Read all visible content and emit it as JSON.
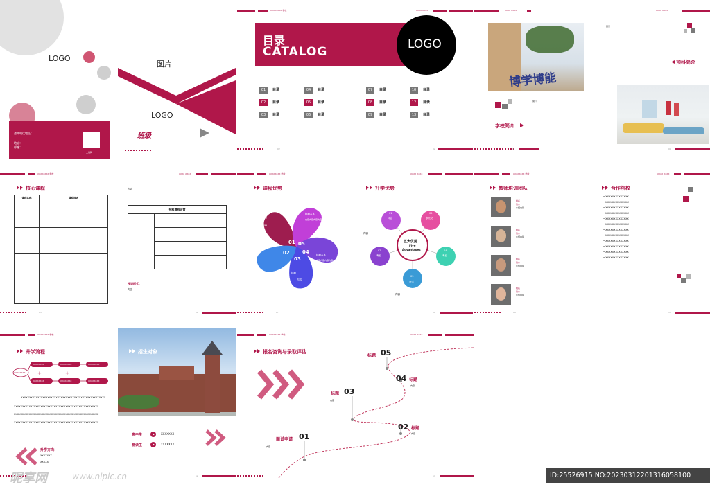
{
  "cover": {
    "logo1": "LOGO",
    "logo2": "LOGO",
    "picture": "图片",
    "class_label": "班级",
    "info1": "咨询电话地址：",
    "info2": "地址：",
    "info3": "邮箱：",
    "qr_caption": "二维码"
  },
  "catalog": {
    "title_cn": "目录",
    "title_en": "CATALOG",
    "logo": "LOGO",
    "items": [
      {
        "n": "01",
        "t": "目录"
      },
      {
        "n": "04",
        "t": "目录"
      },
      {
        "n": "07",
        "t": "目录"
      },
      {
        "n": "10",
        "t": "目录"
      },
      {
        "n": "02",
        "t": "目录"
      },
      {
        "n": "05",
        "t": "目录"
      },
      {
        "n": "08",
        "t": "目录"
      },
      {
        "n": "12",
        "t": "目录"
      },
      {
        "n": "03",
        "t": "目录"
      },
      {
        "n": "06",
        "t": "目录"
      },
      {
        "n": "09",
        "t": "目录"
      },
      {
        "n": "13",
        "t": "目录"
      }
    ],
    "page": "02"
  },
  "school": {
    "title": "学校简介",
    "caption": "简介",
    "page": "03",
    "photo_text": "博学博能"
  },
  "prep": {
    "title": "预科简介",
    "page": "04"
  },
  "core": {
    "title": "核心课程",
    "col1": "课程名称",
    "col2": "课程描述",
    "page": "05"
  },
  "setup": {
    "content": "内容",
    "table_title": "预科课程设置",
    "mode": "授课模式：",
    "mode_content": "内容",
    "page": "06"
  },
  "course_adv": {
    "title": "课程优势",
    "petals": [
      {
        "n": "01",
        "label": "标题",
        "body": "内容"
      },
      {
        "n": "05",
        "label": "标题名字",
        "body": "内容内容内容内容内容内容内容内容"
      },
      {
        "n": "04",
        "label": "标题名字",
        "body": "内容内容内容内容内容内容内容"
      },
      {
        "n": "03",
        "label": "标题",
        "body": "内容"
      },
      {
        "n": "02",
        "label": "标题",
        "body": "内容"
      }
    ],
    "page": "07"
  },
  "up_adv": {
    "title": "升学优势",
    "center1": "五大优势",
    "center2": "Five",
    "center3": "Advantages",
    "nodes": [
      {
        "n": "01",
        "t": "评估"
      },
      {
        "n": "05",
        "t": "多元化"
      },
      {
        "n": "04",
        "t": "专业"
      },
      {
        "n": "03",
        "t": "升学"
      },
      {
        "n": "02",
        "t": "专业"
      }
    ],
    "side": "内容",
    "page": "08"
  },
  "teachers": {
    "title": "教师培训团队",
    "lines": [
      "姓名",
      "简介",
      "介绍内容"
    ],
    "page": "09"
  },
  "partners": {
    "title": "合作院校",
    "item": "XXXXXXXXXXXXXX",
    "page": "10"
  },
  "process": {
    "title": "升学流程",
    "box": "XXXXXXXX",
    "xline": "XXXXXXXXXXXXXXXXXXXXXXXXXXXXXXXXXXXXXXXXXXXXXXXXXXX",
    "dir_title": "升学方向：",
    "dir_items": [
      "XXXXXXX",
      "XXXXX"
    ],
    "page": "11"
  },
  "target": {
    "title": "招生对象",
    "row1": "高中生",
    "row2": "复读生",
    "val": "XXXXXXX",
    "page": "12"
  },
  "apply": {
    "title": "报名咨询与录取评估",
    "steps": [
      {
        "n": "01",
        "t": "面试申请",
        "c": "内容"
      },
      {
        "n": "02",
        "t": "标题",
        "c": "内容"
      },
      {
        "n": "03",
        "t": "标题",
        "c": "内容"
      },
      {
        "n": "04",
        "t": "标题",
        "c": "内容"
      },
      {
        "n": "05",
        "t": "标题",
        "c": "内容"
      }
    ],
    "page": "14"
  },
  "header_text": "XXXXXXXX 学校",
  "header_small": "XXXX  XXXX",
  "watermark": {
    "brand": "昵享网",
    "url": "www.nipic.cn",
    "id": "ID:25526915 NO:20230312201316058100"
  },
  "colors": {
    "accent": "#b0174a"
  }
}
